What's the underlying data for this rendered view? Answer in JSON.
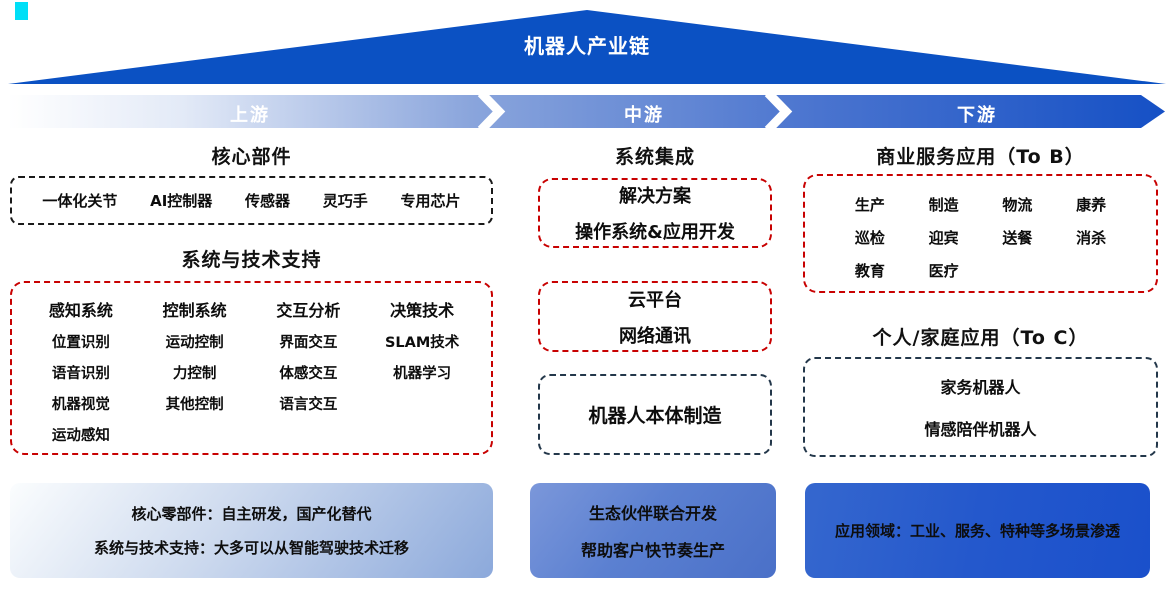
{
  "title": "机器人产业链",
  "stages": [
    "上游",
    "中游",
    "下游"
  ],
  "colors": {
    "pyramid_blue": "#0b51c3",
    "bar_gradient_start": "#ffffff",
    "bar_gradient_end": "#1550c5",
    "red_border": "#c80101",
    "black_border": "#1a1a1a",
    "navy_border": "#23374a",
    "cyan_accent": "#00dff7"
  },
  "upstream": {
    "heading_core": "核心部件",
    "core_parts": [
      "一体化关节",
      "AI控制器",
      "传感器",
      "灵巧手",
      "专用芯片"
    ],
    "heading_tech": "系统与技术支持",
    "tech_grid": {
      "headers": [
        "感知系统",
        "控制系统",
        "交互分析",
        "决策技术"
      ],
      "rows": [
        [
          "位置识别",
          "运动控制",
          "界面交互",
          "SLAM技术"
        ],
        [
          "语音识别",
          "力控制",
          "体感交互",
          "机器学习"
        ],
        [
          "机器视觉",
          "其他控制",
          "语言交互",
          ""
        ],
        [
          "运动感知",
          "",
          "",
          ""
        ]
      ]
    },
    "summary": [
      "核心零部件：自主研发，国产化替代",
      "系统与技术支持：大多可以从智能驾驶技术迁移"
    ]
  },
  "midstream": {
    "heading": "系统集成",
    "solution_box": [
      "解决方案",
      "操作系统&应用开发"
    ],
    "cloud_box": [
      "云平台",
      "网络通讯"
    ],
    "body_box": [
      "机器人本体制造"
    ],
    "summary": [
      "生态伙伴联合开发",
      "帮助客户快节奏生产"
    ]
  },
  "downstream": {
    "heading_tob": "商业服务应用（To B）",
    "tob_items": [
      "生产",
      "制造",
      "物流",
      "康养",
      "巡检",
      "迎宾",
      "送餐",
      "消杀",
      "教育",
      "医疗"
    ],
    "heading_toc": "个人/家庭应用（To C）",
    "toc_items": [
      "家务机器人",
      "情感陪伴机器人"
    ],
    "summary": [
      "应用领域：工业、服务、特种等多场景渗透"
    ]
  }
}
